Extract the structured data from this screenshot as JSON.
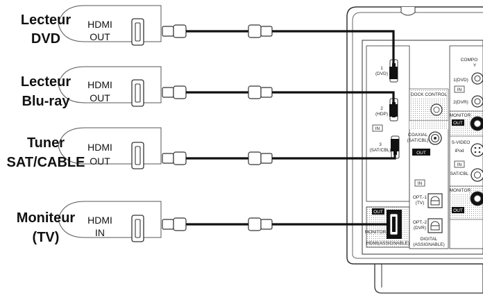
{
  "devices": [
    {
      "name_line1": "Lecteur",
      "name_line2": "DVD",
      "port_line1": "HDMI",
      "port_line2": "OUT"
    },
    {
      "name_line1": "Lecteur",
      "name_line2": "Blu-ray",
      "port_line1": "HDMI",
      "port_line2": "OUT"
    },
    {
      "name_line1": "Tuner",
      "name_line2": "SAT/CABLE",
      "port_line1": "HDMI",
      "port_line2": "OUT"
    },
    {
      "name_line1": "Moniteur",
      "name_line2": "(TV)",
      "port_line1": "HDMI",
      "port_line2": "IN"
    }
  ],
  "panel": {
    "hdmi_inputs": [
      {
        "number": "1",
        "source": "(DVD)"
      },
      {
        "number": "2",
        "source": "(HDP)"
      },
      {
        "number": "3",
        "source": "(SAT/CBL)"
      }
    ],
    "hdmi_in_badge": "IN",
    "hdmi_out_badge": "OUT",
    "monitor_label": "MONITOR",
    "hdmi_assignable_label": "HDMI(ASSIGNABLE)",
    "dock_control_label": "DOCK CONTROL",
    "coaxial_label_line1": "COAXIAL",
    "coaxial_label_line2": "(SAT/CBL)",
    "digital_in_badge": "IN",
    "digital_out_badge": "OUT",
    "opt1_line1": "OPT.-1",
    "opt1_line2": "(TV)",
    "opt2_line1": "OPT.-2",
    "opt2_line2": "(DVR)",
    "digital_label_line1": "DIGITAL",
    "digital_label_line2": "(ASSIGNABLE)",
    "component_label": "COMPO",
    "component_y_label": "Y",
    "component_in1": "1(DVD)",
    "component_in_badge": "IN",
    "component_in2": "2(DVR)",
    "component_monitor_label": "MONITOR",
    "component_out_badge": "OUT",
    "svideo_label": "S-VIDEO",
    "ipod_label": "iPod",
    "svideo_in_badge": "IN",
    "svideo_sat_label": "SAT/CBL",
    "svideo_monitor_label": "MONITOR",
    "svideo_out_badge": "OUT"
  }
}
